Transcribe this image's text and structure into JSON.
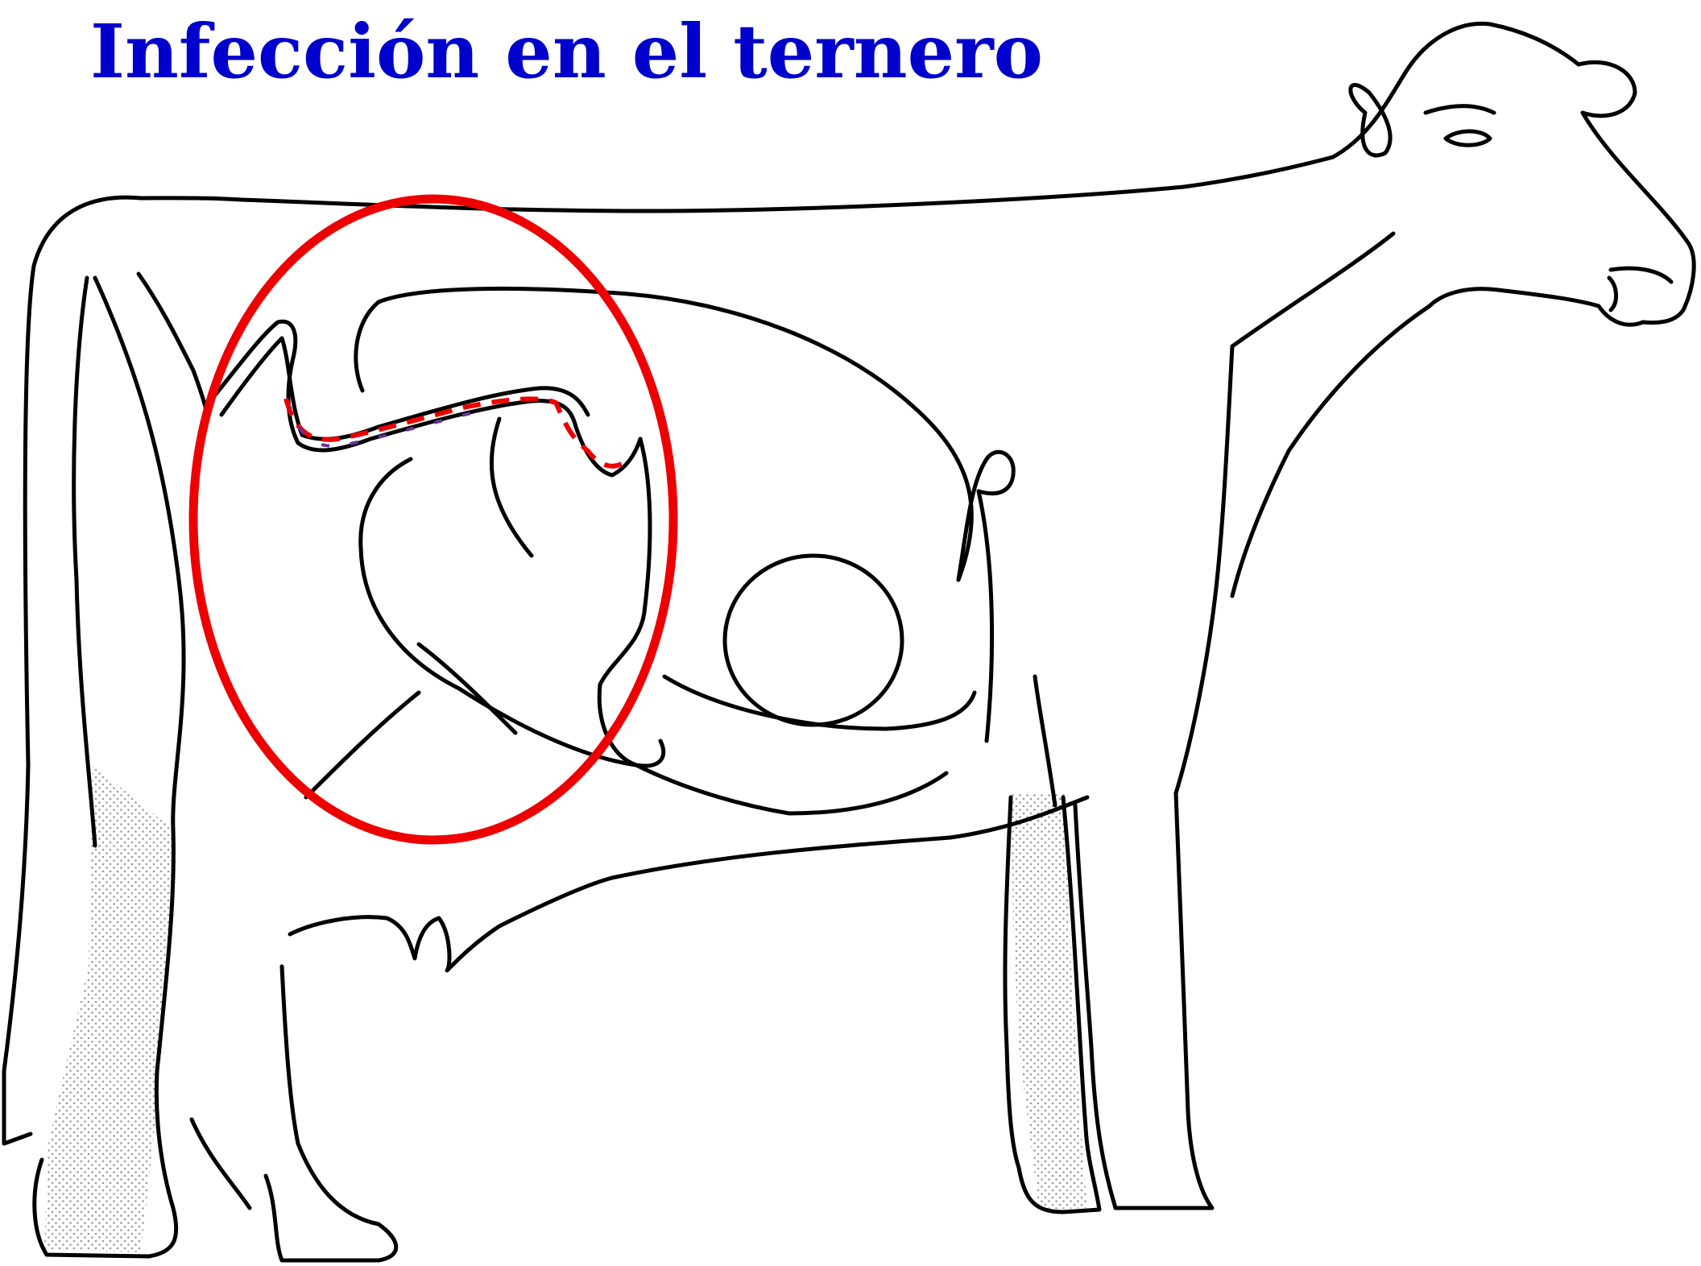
{
  "title": "Infección en el ternero",
  "colors": {
    "title": "#0000cc",
    "highlight_circle": "#ee0000",
    "infection_dash_red": "#ee0000",
    "infection_dash_purple": "#663399",
    "outline": "#000000",
    "stipple": "#9a9a9a"
  },
  "figure": {
    "subject": "cow-outline",
    "highlight": "red-ellipse-around-abomasum-and-intestine",
    "infection_path": "red-and-purple-dashed-line-inside-intestine"
  }
}
